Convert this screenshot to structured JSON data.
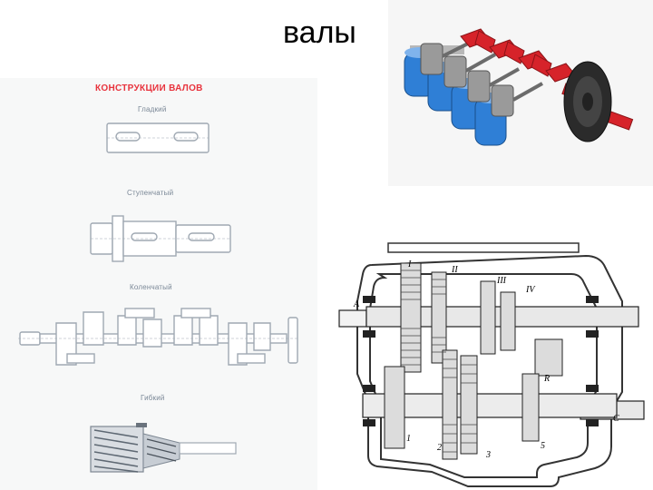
{
  "slide": {
    "title": "валы"
  },
  "shaft_panel": {
    "heading": "КОНСТРУКЦИИ ВАЛОВ",
    "labels": [
      "Гладкий",
      "Ступенчатый",
      "Коленчатый",
      "Гибкий"
    ]
  },
  "gearbox_panel": {
    "labels": [
      "I",
      "II",
      "III",
      "IV",
      "A",
      "R",
      "C",
      "1",
      "2",
      "3",
      "5"
    ]
  },
  "colors": {
    "heading_red": "#e8333d",
    "engine_red": "#d6232a",
    "engine_blue": "#2f7fd6",
    "engine_gray": "#8c8c8c",
    "shaft_line": "#9fa8b2"
  },
  "icons": [
    "smooth-shaft-icon",
    "stepped-shaft-icon",
    "crankshaft-icon",
    "flexible-shaft-icon",
    "engine-crankshaft-illustration",
    "gearbox-drawing"
  ]
}
